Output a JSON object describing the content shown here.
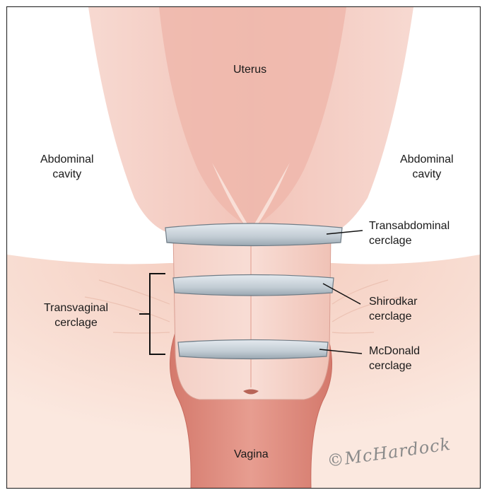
{
  "labels": {
    "uterus": "Uterus",
    "abdominal_left": [
      "Abdominal",
      "cavity"
    ],
    "abdominal_right": [
      "Abdominal",
      "cavity"
    ],
    "transabdominal": [
      "Transabdominal",
      "cerclage"
    ],
    "transvaginal": [
      "Transvaginal",
      "cerclage"
    ],
    "shirodkar": [
      "Shirodkar",
      "cerclage"
    ],
    "mcdonald": [
      "McDonald",
      "cerclage"
    ],
    "vagina": "Vagina"
  },
  "signature": "©McHardock",
  "colors": {
    "uterus_body": "#f6cfc6",
    "uterus_cavity": "#eab3a8",
    "pelvic_floor": "#f9dfd2",
    "vagina_wall": "#dc8a7d",
    "cerclage_band": "#c9d2d9",
    "band_outline": "#6f7c86",
    "frame": "#333333"
  }
}
